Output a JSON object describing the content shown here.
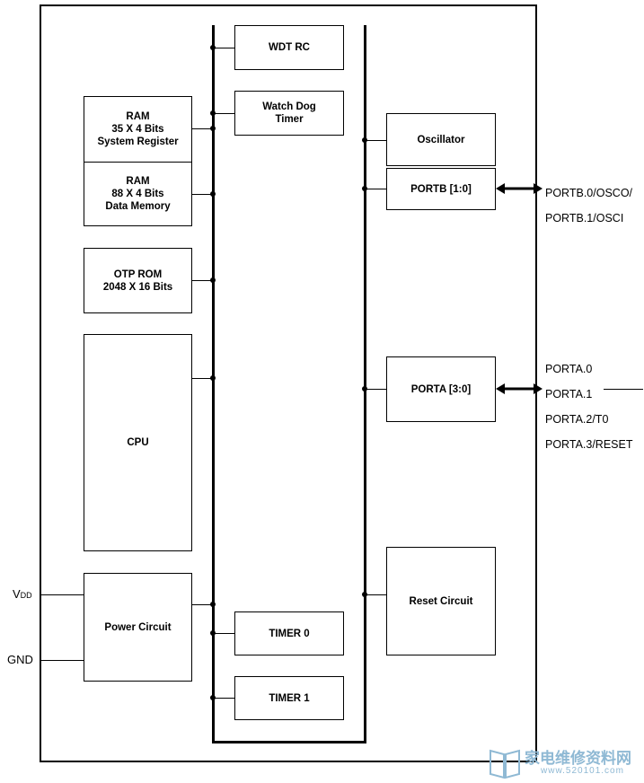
{
  "blocks": {
    "wdt_rc": "WDT RC",
    "watch_dog_timer": "Watch Dog\nTimer",
    "ram_sysreg": "RAM\n35 X 4 Bits\nSystem Register",
    "ram_data": "RAM\n88 X 4 Bits\nData Memory",
    "otp_rom": "OTP ROM\n2048 X 16 Bits",
    "cpu": "CPU",
    "power_circuit": "Power Circuit",
    "timer0": "TIMER 0",
    "timer1": "TIMER 1",
    "oscillator": "Oscillator",
    "portb": "PORTB [1:0]",
    "porta": "PORTA [3:0]",
    "reset_circuit": "Reset Circuit"
  },
  "pins": {
    "portb": [
      "PORTB.0/OSCO/",
      "PORTB.1/OSCI"
    ],
    "porta": [
      "PORTA.0",
      "PORTA.1",
      "PORTA.2/T0",
      "PORTA.3/RESET"
    ],
    "vdd_main": "V",
    "vdd_sub": "DD",
    "gnd": "GND"
  },
  "watermark": {
    "main": "家电维修资料网",
    "sub": "www.520101.com"
  }
}
